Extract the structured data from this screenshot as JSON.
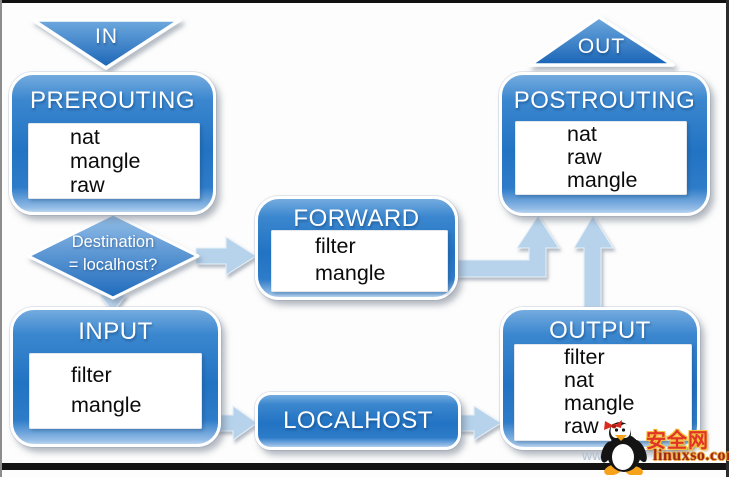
{
  "diagram": {
    "entry_label": "IN",
    "exit_label": "OUT",
    "decision": {
      "line1": "Destination",
      "line2": "= localhost?"
    },
    "nodes": {
      "prerouting": {
        "title": "PREROUTING",
        "tables": [
          "nat",
          "mangle",
          "raw"
        ]
      },
      "forward": {
        "title": "FORWARD",
        "tables": [
          "filter",
          "mangle"
        ]
      },
      "input": {
        "title": "INPUT",
        "tables": [
          "filter",
          "mangle"
        ]
      },
      "localhost": {
        "title": "LOCALHOST"
      },
      "output": {
        "title": "OUTPUT",
        "tables": [
          "filter",
          "nat",
          "mangle",
          "raw"
        ]
      },
      "postrouting": {
        "title": "POSTROUTING",
        "tables": [
          "nat",
          "raw",
          "mangle"
        ]
      }
    },
    "colors": {
      "box_blue_top": "#74abdf",
      "box_blue_mid": "#2273c4",
      "box_blue_bottom_rim": "#93bce6",
      "arrow_fill": "#b7d3ec"
    }
  },
  "watermark": {
    "prefix": "www.",
    "site_name": "安全网",
    "site_domain": "linuxso.com",
    "penguin_icon": "tux-penguin-icon"
  }
}
